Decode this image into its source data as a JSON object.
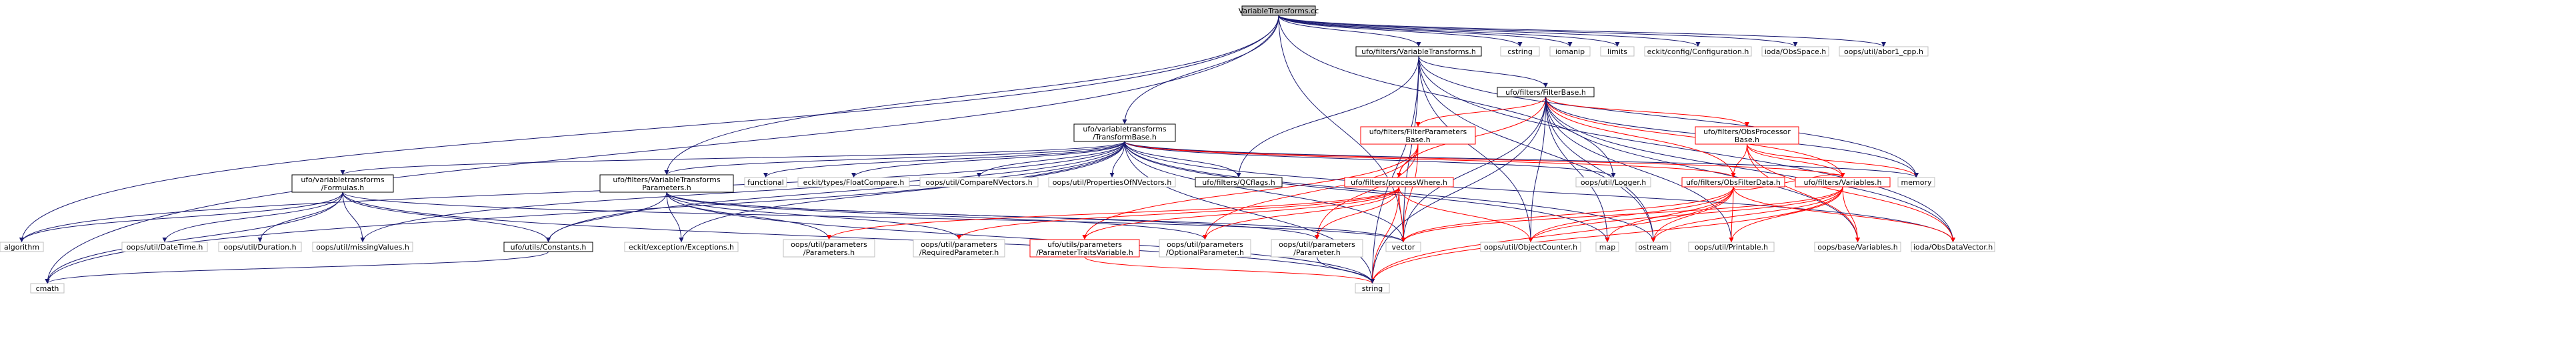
{
  "diagram": {
    "colors": {
      "root_fill": "#bfbfbf",
      "node_fill": "#ffffff",
      "node_border": "#000000",
      "missing_border": "#bfbfbf",
      "highlight_border": "#ff0000",
      "edge_blue": "#191970",
      "edge_red": "#ff0000"
    },
    "nodes": [
      {
        "id": "root",
        "lines": [
          "VariableTransforms.cc"
        ],
        "kind": "root"
      },
      {
        "id": "vtr_h",
        "lines": [
          "ufo/filters/VariableTransforms.h"
        ],
        "kind": "file"
      },
      {
        "id": "cstring",
        "lines": [
          "cstring"
        ],
        "kind": "system"
      },
      {
        "id": "iomanip",
        "lines": [
          "iomanip"
        ],
        "kind": "system"
      },
      {
        "id": "limits",
        "lines": [
          "limits"
        ],
        "kind": "system"
      },
      {
        "id": "eckit_conf",
        "lines": [
          "eckit/config/Configuration.h"
        ],
        "kind": "system"
      },
      {
        "id": "obsspace",
        "lines": [
          "ioda/ObsSpace.h"
        ],
        "kind": "system"
      },
      {
        "id": "abort1",
        "lines": [
          "oops/util/abor1_cpp.h"
        ],
        "kind": "system"
      },
      {
        "id": "filterbase",
        "lines": [
          "ufo/filters/FilterBase.h"
        ],
        "kind": "file"
      },
      {
        "id": "transformbase",
        "lines": [
          "ufo/variabletransforms",
          "/TransformBase.h"
        ],
        "kind": "file"
      },
      {
        "id": "fpbase",
        "lines": [
          "ufo/filters/FilterParameters",
          "Base.h"
        ],
        "kind": "highlight"
      },
      {
        "id": "opbase",
        "lines": [
          "ufo/filters/ObsProcessor",
          "Base.h"
        ],
        "kind": "highlight"
      },
      {
        "id": "formulas",
        "lines": [
          "ufo/variabletransforms",
          "/Formulas.h"
        ],
        "kind": "file"
      },
      {
        "id": "vtparams",
        "lines": [
          "ufo/filters/VariableTransforms",
          "Parameters.h"
        ],
        "kind": "file"
      },
      {
        "id": "functional",
        "lines": [
          "functional"
        ],
        "kind": "system"
      },
      {
        "id": "floatcompare",
        "lines": [
          "eckit/types/FloatCompare.h"
        ],
        "kind": "system"
      },
      {
        "id": "comparenv",
        "lines": [
          "oops/util/CompareNVectors.h"
        ],
        "kind": "system"
      },
      {
        "id": "propertiesnv",
        "lines": [
          "oops/util/PropertiesOfNVectors.h"
        ],
        "kind": "system"
      },
      {
        "id": "qcflags",
        "lines": [
          "ufo/filters/QCflags.h"
        ],
        "kind": "file"
      },
      {
        "id": "processwhere",
        "lines": [
          "ufo/filters/processWhere.h"
        ],
        "kind": "highlight"
      },
      {
        "id": "logger",
        "lines": [
          "oops/util/Logger.h"
        ],
        "kind": "system"
      },
      {
        "id": "obsfilterdata",
        "lines": [
          "ufo/filters/ObsFilterData.h"
        ],
        "kind": "highlight"
      },
      {
        "id": "variables",
        "lines": [
          "ufo/filters/Variables.h"
        ],
        "kind": "highlight"
      },
      {
        "id": "memory",
        "lines": [
          "memory"
        ],
        "kind": "system"
      },
      {
        "id": "algorithm",
        "lines": [
          "algorithm"
        ],
        "kind": "system"
      },
      {
        "id": "datetime",
        "lines": [
          "oops/util/DateTime.h"
        ],
        "kind": "system"
      },
      {
        "id": "duration",
        "lines": [
          "oops/util/Duration.h"
        ],
        "kind": "system"
      },
      {
        "id": "missingvalues",
        "lines": [
          "oops/util/missingValues.h"
        ],
        "kind": "system"
      },
      {
        "id": "constants",
        "lines": [
          "ufo/utils/Constants.h"
        ],
        "kind": "file"
      },
      {
        "id": "exceptions",
        "lines": [
          "eckit/exception/Exceptions.h"
        ],
        "kind": "system"
      },
      {
        "id": "parameters",
        "lines": [
          "oops/util/parameters",
          "/Parameters.h"
        ],
        "kind": "system"
      },
      {
        "id": "requiredparam",
        "lines": [
          "oops/util/parameters",
          "/RequiredParameter.h"
        ],
        "kind": "system"
      },
      {
        "id": "traitsvariable",
        "lines": [
          "ufo/utils/parameters",
          "/ParameterTraitsVariable.h"
        ],
        "kind": "highlight"
      },
      {
        "id": "optionalparam",
        "lines": [
          "oops/util/parameters",
          "/OptionalParameter.h"
        ],
        "kind": "system"
      },
      {
        "id": "parameter",
        "lines": [
          "oops/util/parameters",
          "/Parameter.h"
        ],
        "kind": "system"
      },
      {
        "id": "vector",
        "lines": [
          "vector"
        ],
        "kind": "system"
      },
      {
        "id": "objectcounter",
        "lines": [
          "oops/util/ObjectCounter.h"
        ],
        "kind": "system"
      },
      {
        "id": "map",
        "lines": [
          "map"
        ],
        "kind": "system"
      },
      {
        "id": "ostream",
        "lines": [
          "ostream"
        ],
        "kind": "system"
      },
      {
        "id": "printable",
        "lines": [
          "oops/util/Printable.h"
        ],
        "kind": "system"
      },
      {
        "id": "basevariables",
        "lines": [
          "oops/base/Variables.h"
        ],
        "kind": "system"
      },
      {
        "id": "obsdatavector",
        "lines": [
          "ioda/ObsDataVector.h"
        ],
        "kind": "system"
      },
      {
        "id": "cmath",
        "lines": [
          "cmath"
        ],
        "kind": "system"
      },
      {
        "id": "string",
        "lines": [
          "string"
        ],
        "kind": "system"
      }
    ],
    "edges": [
      [
        "root",
        "vtr_h"
      ],
      [
        "root",
        "cstring"
      ],
      [
        "root",
        "iomanip"
      ],
      [
        "root",
        "limits"
      ],
      [
        "root",
        "eckit_conf"
      ],
      [
        "root",
        "obsspace"
      ],
      [
        "root",
        "abort1"
      ],
      [
        "root",
        "transformbase"
      ],
      [
        "root",
        "vtparams"
      ],
      [
        "root",
        "logger"
      ],
      [
        "root",
        "algorithm"
      ],
      [
        "root",
        "cmath"
      ],
      [
        "root",
        "vector"
      ],
      [
        "vtr_h",
        "filterbase"
      ],
      [
        "vtr_h",
        "memory"
      ],
      [
        "vtr_h",
        "ostream"
      ],
      [
        "vtr_h",
        "vector"
      ],
      [
        "vtr_h",
        "objectcounter"
      ],
      [
        "vtr_h",
        "string"
      ],
      [
        "vtr_h",
        "obsdatavector"
      ],
      [
        "vtr_h",
        "qcflags"
      ],
      [
        "filterbase",
        "fpbase"
      ],
      [
        "filterbase",
        "opbase"
      ],
      [
        "filterbase",
        "processwhere"
      ],
      [
        "filterbase",
        "obsfilterdata"
      ],
      [
        "filterbase",
        "variables"
      ],
      [
        "filterbase",
        "memory"
      ],
      [
        "filterbase",
        "basevariables"
      ],
      [
        "filterbase",
        "obsdatavector"
      ],
      [
        "filterbase",
        "objectcounter"
      ],
      [
        "filterbase",
        "printable"
      ],
      [
        "filterbase",
        "ostream"
      ],
      [
        "filterbase",
        "vector"
      ],
      [
        "filterbase",
        "string"
      ],
      [
        "filterbase",
        "map"
      ],
      [
        "fpbase",
        "traitsvariable"
      ],
      [
        "fpbase",
        "optionalparam"
      ],
      [
        "fpbase",
        "parameter"
      ],
      [
        "fpbase",
        "processwhere"
      ],
      [
        "fpbase",
        "vector"
      ],
      [
        "opbase",
        "obsfilterdata"
      ],
      [
        "opbase",
        "variables"
      ],
      [
        "opbase",
        "obsdatavector"
      ],
      [
        "opbase",
        "memory"
      ],
      [
        "opbase",
        "basevariables"
      ],
      [
        "transformbase",
        "formulas"
      ],
      [
        "transformbase",
        "vtparams"
      ],
      [
        "transformbase",
        "functional"
      ],
      [
        "transformbase",
        "floatcompare"
      ],
      [
        "transformbase",
        "comparenv"
      ],
      [
        "transformbase",
        "propertiesnv"
      ],
      [
        "transformbase",
        "qcflags"
      ],
      [
        "transformbase",
        "logger"
      ],
      [
        "transformbase",
        "obsfilterdata"
      ],
      [
        "transformbase",
        "variables"
      ],
      [
        "transformbase",
        "memory"
      ],
      [
        "transformbase",
        "algorithm"
      ],
      [
        "transformbase",
        "missingvalues"
      ],
      [
        "transformbase",
        "constants"
      ],
      [
        "transformbase",
        "exceptions"
      ],
      [
        "transformbase",
        "vector"
      ],
      [
        "transformbase",
        "string"
      ],
      [
        "transformbase",
        "map"
      ],
      [
        "transformbase",
        "cmath"
      ],
      [
        "transformbase",
        "obsdatavector"
      ],
      [
        "transformbase",
        "ostream"
      ],
      [
        "formulas",
        "algorithm"
      ],
      [
        "formulas",
        "datetime"
      ],
      [
        "formulas",
        "duration"
      ],
      [
        "formulas",
        "missingvalues"
      ],
      [
        "formulas",
        "constants"
      ],
      [
        "formulas",
        "cmath"
      ],
      [
        "formulas",
        "string"
      ],
      [
        "formulas",
        "vector"
      ],
      [
        "vtparams",
        "constants"
      ],
      [
        "vtparams",
        "exceptions"
      ],
      [
        "vtparams",
        "parameters"
      ],
      [
        "vtparams",
        "requiredparam"
      ],
      [
        "vtparams",
        "optionalparam"
      ],
      [
        "vtparams",
        "parameter"
      ],
      [
        "vtparams",
        "string"
      ],
      [
        "vtparams",
        "vector"
      ],
      [
        "processwhere",
        "parameters"
      ],
      [
        "processwhere",
        "requiredparam"
      ],
      [
        "processwhere",
        "traitsvariable"
      ],
      [
        "processwhere",
        "optionalparam"
      ],
      [
        "processwhere",
        "parameter"
      ],
      [
        "processwhere",
        "vector"
      ],
      [
        "processwhere",
        "string"
      ],
      [
        "processwhere",
        "objectcounter"
      ],
      [
        "obsfilterdata",
        "vector"
      ],
      [
        "obsfilterdata",
        "objectcounter"
      ],
      [
        "obsfilterdata",
        "map"
      ],
      [
        "obsfilterdata",
        "ostream"
      ],
      [
        "obsfilterdata",
        "printable"
      ],
      [
        "obsfilterdata",
        "string"
      ],
      [
        "obsfilterdata",
        "obsdatavector"
      ],
      [
        "obsfilterdata",
        "variables"
      ],
      [
        "variables",
        "vector"
      ],
      [
        "variables",
        "objectcounter"
      ],
      [
        "variables",
        "ostream"
      ],
      [
        "variables",
        "printable"
      ],
      [
        "variables",
        "basevariables"
      ],
      [
        "variables",
        "string"
      ],
      [
        "traitsvariable",
        "string"
      ],
      [
        "parameter",
        "string"
      ],
      [
        "constants",
        "cmath"
      ]
    ]
  }
}
